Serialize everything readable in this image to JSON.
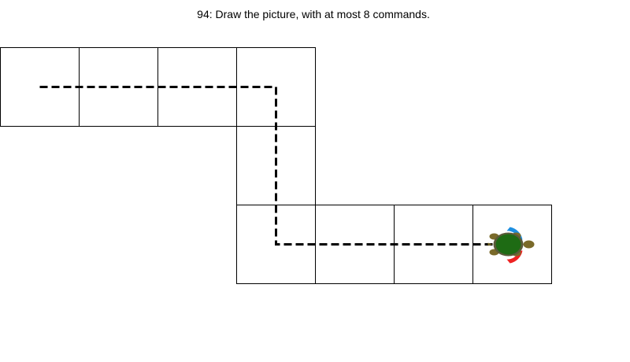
{
  "puzzle": {
    "title": "94: Draw the picture, with at most 8 commands."
  },
  "grid": {
    "cells": [
      [
        0,
        0
      ],
      [
        1,
        0
      ],
      [
        2,
        0
      ],
      [
        3,
        0
      ],
      [
        3,
        1
      ],
      [
        3,
        2
      ],
      [
        4,
        2
      ],
      [
        5,
        2
      ],
      [
        6,
        2
      ]
    ]
  },
  "path": {
    "points": [
      [
        0.5,
        0.5
      ],
      [
        3.5,
        0.5
      ],
      [
        3.5,
        2.5
      ],
      [
        6.5,
        2.5
      ]
    ],
    "style": "dashed",
    "color": "#000000"
  },
  "turtle": {
    "cell": [
      6,
      2
    ],
    "heading": "right",
    "shell_color": "#1e6b14",
    "body_color": "#7a6a2a",
    "arc_top_color": "#1e8fe0",
    "arc_bottom_color": "#ee2222",
    "icon": "turtle-icon"
  }
}
